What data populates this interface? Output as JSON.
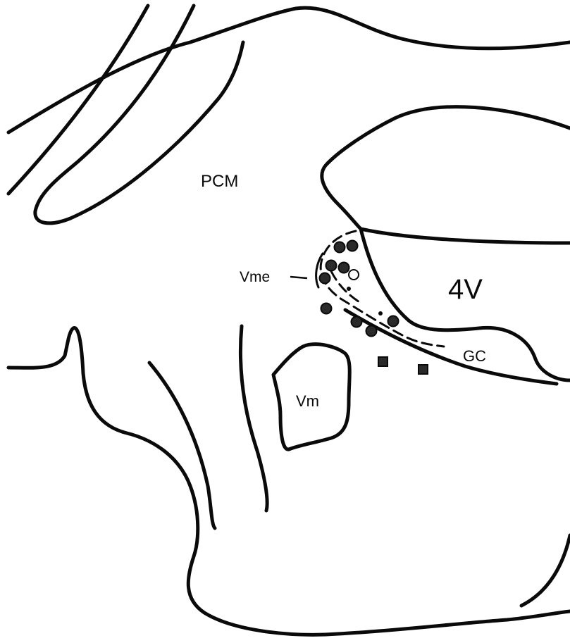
{
  "labels": {
    "pcm": "PCM",
    "vme": "Vme",
    "fourth_ventricle": "4V",
    "gc": "GC",
    "vm": "Vm"
  },
  "markers": {
    "filled_circle_count": 11,
    "open_circle_count": 1,
    "square_count": 2
  }
}
